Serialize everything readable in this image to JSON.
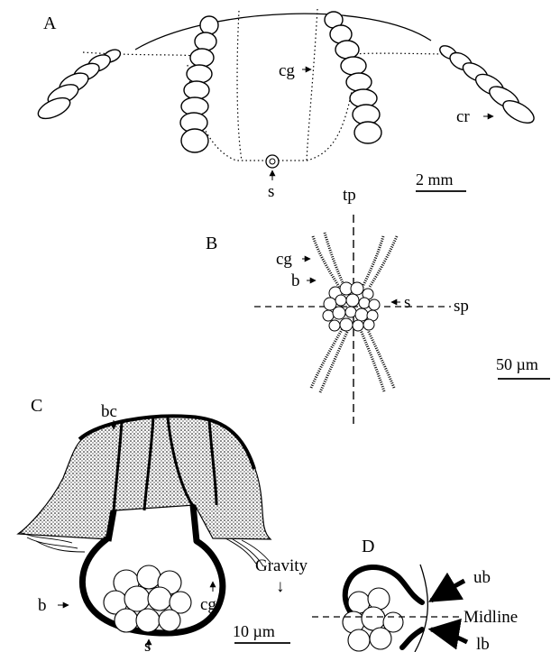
{
  "panels": {
    "a": {
      "letter": "A",
      "labels": {
        "cg": "cg",
        "cr": "cr",
        "s": "s"
      },
      "scale": "2 mm"
    },
    "b": {
      "letter": "B",
      "labels": {
        "tp": "tp",
        "cg": "cg",
        "b": "b",
        "s": "s",
        "sp": "sp"
      },
      "scale": "50 µm"
    },
    "c": {
      "letter": "C",
      "labels": {
        "bc": "bc",
        "b": "b",
        "cg": "cg",
        "s": "s"
      },
      "scale": "10 µm"
    },
    "d": {
      "letter": "D",
      "labels": {
        "gravity": "Gravity",
        "gravity_arrow": "↓",
        "ub": "ub",
        "midline": "Midline",
        "lb": "lb"
      }
    }
  }
}
